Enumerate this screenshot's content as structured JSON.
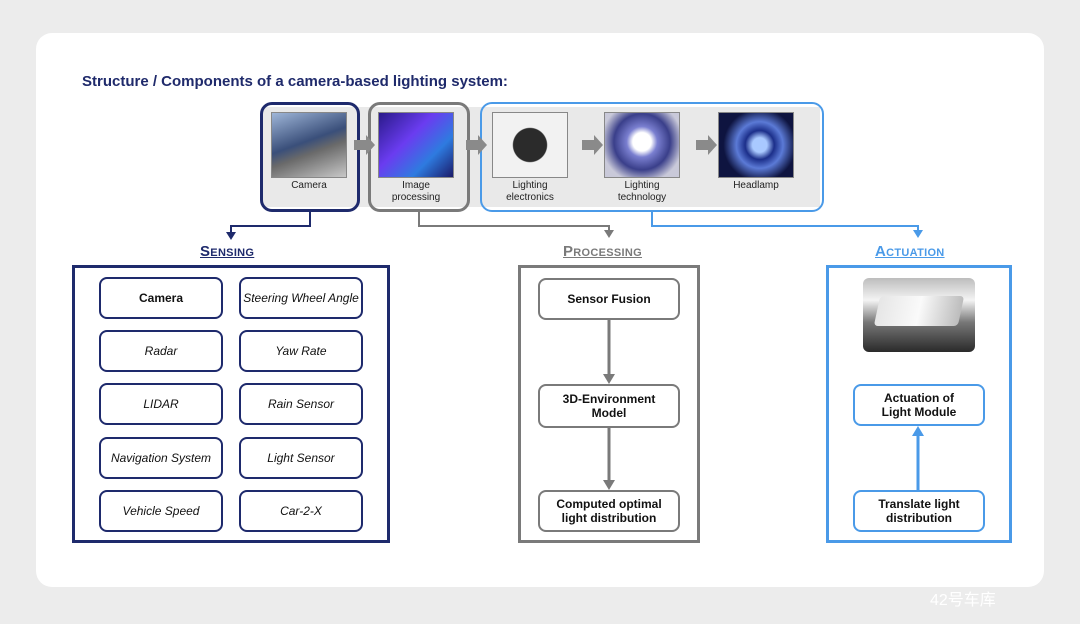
{
  "title": "Structure / Components of a camera-based lighting system:",
  "pipeline": [
    {
      "label": "Camera"
    },
    {
      "label": "Image\nprocessing"
    },
    {
      "label": "Lighting\nelectronics"
    },
    {
      "label": "Lighting\ntechnology"
    },
    {
      "label": "Headlamp"
    }
  ],
  "sections": {
    "sensing": {
      "title": "Sensing",
      "color": "#1e2a6c",
      "items": [
        "Camera",
        "Steering Wheel Angle",
        "Radar",
        "Yaw Rate",
        "LIDAR",
        "Rain Sensor",
        "Navigation System",
        "Light Sensor",
        "Vehicle Speed",
        "Car-2-X"
      ]
    },
    "processing": {
      "title": "Processing",
      "color": "#7a7a7a",
      "steps": [
        "Sensor Fusion",
        "3D-Environment Model",
        "Computed optimal light distribution"
      ]
    },
    "actuation": {
      "title": "Actuation",
      "color": "#4a9ae8",
      "steps": [
        "Actuation of Light Module",
        "Translate light distribution"
      ]
    }
  },
  "watermark": "42号车库"
}
